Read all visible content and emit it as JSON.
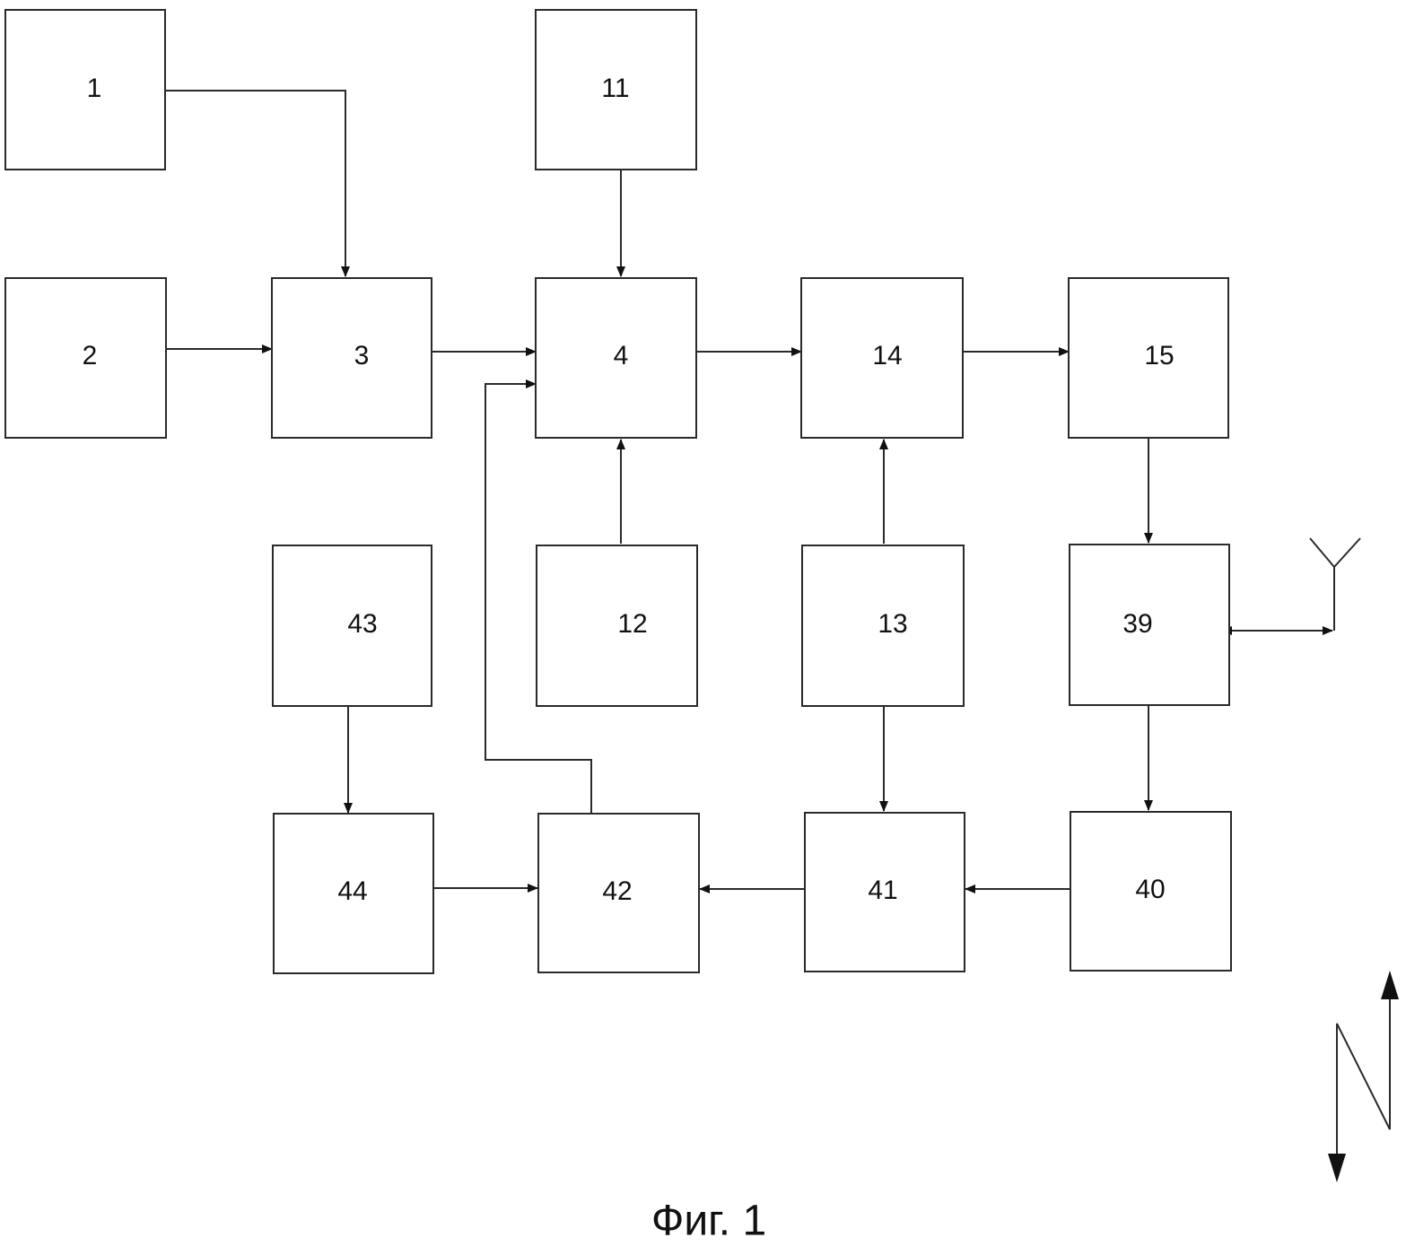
{
  "blocks": {
    "b1": "1",
    "b2": "2",
    "b3": "3",
    "b4": "4",
    "b11": "11",
    "b12": "12",
    "b13": "13",
    "b14": "14",
    "b15": "15",
    "b39": "39",
    "b40": "40",
    "b41": "41",
    "b42": "42",
    "b43": "43",
    "b44": "44"
  },
  "caption": "Фиг. 1",
  "colors": {
    "line": "#2a2a2a",
    "text": "#111111",
    "background": "#ffffff"
  },
  "icons": [
    "antenna-icon",
    "north-arrow-icon"
  ]
}
